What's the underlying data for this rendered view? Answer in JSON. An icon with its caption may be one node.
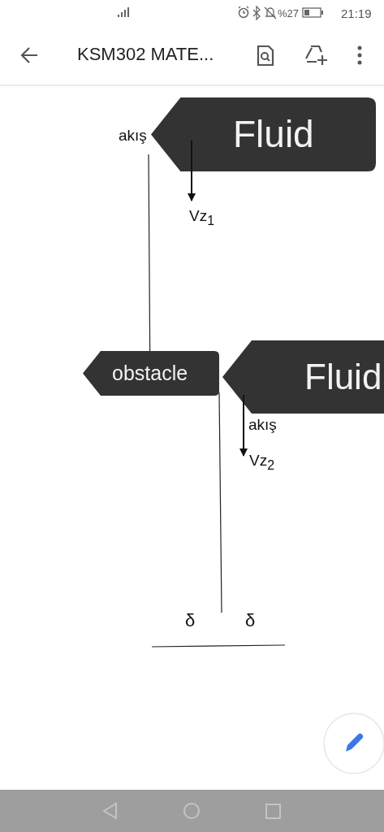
{
  "diagram": {
    "nodes": [
      {
        "text": [
          "Fluid"
        ]
      },
      {
        "text": [
          "obstacle"
        ]
      },
      {
        "text": [
          "Fluid"
        ]
      }
    ],
    "labels": [
      "%27",
      "21:19",
      "KSM302 MATE...",
      "akış",
      "Vz$_{1}$",
      "akış",
      "Vz$_{2}$",
      "δ",
      "δ"
    ]
  }
}
